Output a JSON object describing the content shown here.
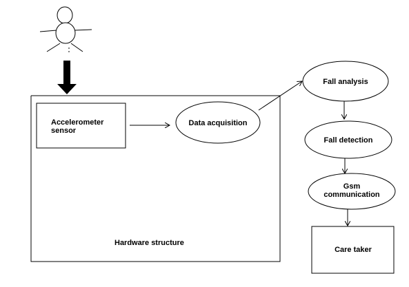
{
  "diagram": {
    "nodes": {
      "accelerometer_line1": "Accelerometer",
      "accelerometer_line2": "sensor",
      "data_acquisition": "Data acquisition",
      "fall_analysis": "Fall analysis",
      "fall_detection": "Fall detection",
      "gsm_line1": "Gsm",
      "gsm_line2": "communication",
      "care_taker": "Care taker"
    },
    "container_label": "Hardware structure",
    "icons": {
      "person": "person-icon",
      "input_arrow": "down-arrow-icon"
    }
  }
}
